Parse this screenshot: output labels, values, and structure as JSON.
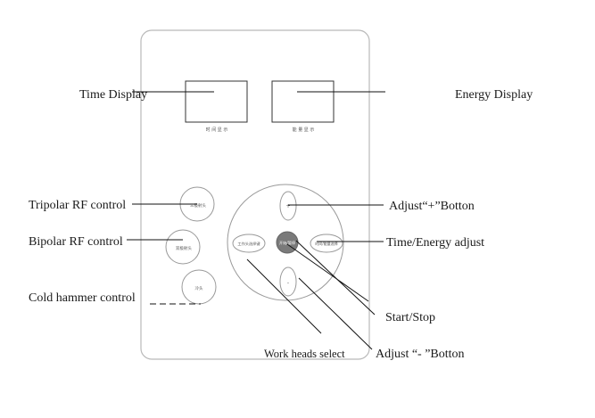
{
  "callouts": {
    "time_display": "Time Display",
    "energy_display": "Energy Display",
    "tripolar": "Tripolar RF control",
    "bipolar": "Bipolar RF control",
    "cold_hammer": "Cold hammer control",
    "adjust_plus": "Adjust“+”Botton",
    "time_energy_adjust": "Time/Energy adjust",
    "start_stop": "Start/Stop",
    "work_heads_select": "Work heads select",
    "adjust_minus": "Adjust “- ”Botton"
  },
  "panel_labels": {
    "time_display_cn": "时 间 显 示",
    "energy_display_cn": "能 量 显 示",
    "tripolar_cn": "三极射头",
    "bipolar_cn": "双极射头",
    "cold_hammer_cn": "冷头",
    "start_stop_cn": "开始/暂停",
    "work_heads_cn": "工作头选择键",
    "time_energy_cn": "时间/能量选择",
    "plus": "+",
    "minus": "-"
  },
  "colors": {
    "panel_outline": "#b9b9b9",
    "start_button_fill": "#7a7a7a",
    "leader_line": "#111111"
  }
}
